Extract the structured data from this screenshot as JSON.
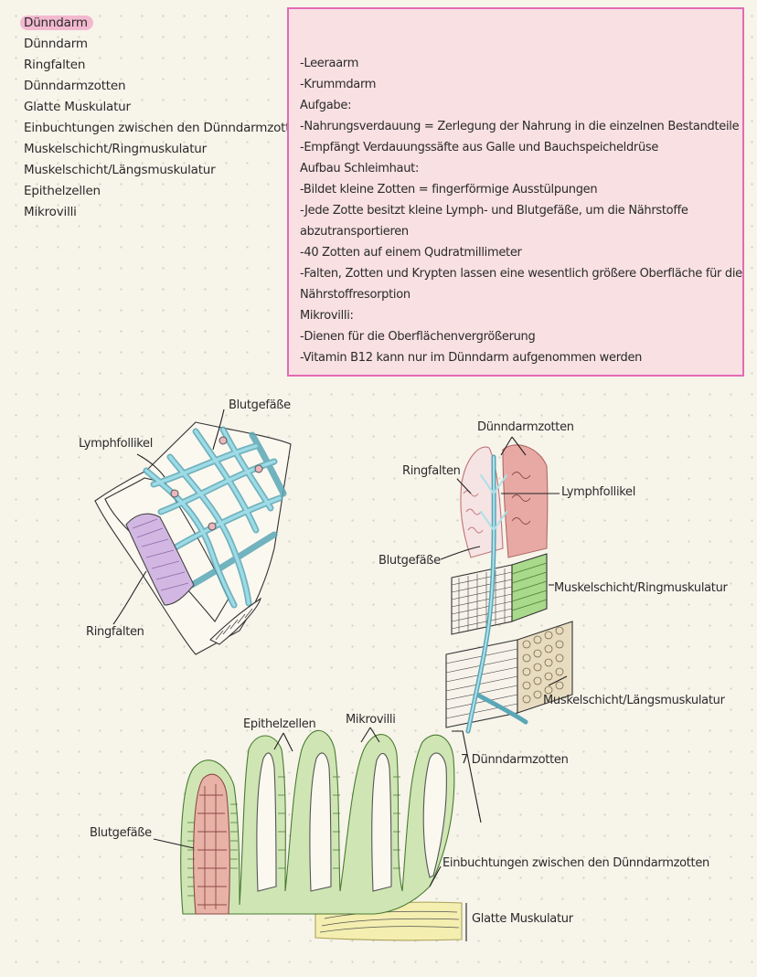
{
  "terms": [
    "Dünndarm",
    "Dünndarm",
    "Ringfalten",
    "Dünndarmzotten",
    "Glatte Muskulatur",
    "Einbuchtungen zwischen den Dünndarmzotten",
    "Muskelschicht/Ringmuskulatur",
    "Muskelschicht/Längsmuskulatur",
    "Epithelzellen",
    "Mikrovilli"
  ],
  "info_lines": [
    "-Leeraarm",
    "-Krummdarm",
    "Aufgabe:",
    "-Nahrungsverdauung = Zerlegung der Nahrung in die einzelnen Bestandteile",
    "-Empfängt Verdauungssäfte aus Galle und Bauchspeicheldrüse",
    "Aufbau Schleimhaut:",
    "-Bildet kleine Zotten = fingerförmige Ausstülpungen",
    "-Jede Zotte besitzt kleine Lymph- und Blutgefäße, um die Nährstoffe",
    "abzutransportieren",
    "-40 Zotten auf einem Qudratmillimeter",
    "-Falten, Zotten und Krypten lassen eine wesentlich größere Oberfläche für die",
    "Nährstoffresorption",
    "Mikrovilli:",
    "-Dienen für die Oberflächenvergrößerung",
    "-Vitamin B12 kann nur im Dünndarm aufgenommen werden"
  ],
  "diagram1": {
    "blutgefaesse": "Blutgefäße",
    "lymphfollikel": "Lymphfollikel",
    "ringfalten": "Ringfalten"
  },
  "diagram2": {
    "duenndarmzotten": "Dünndarmzotten",
    "ringfalten": "Ringfalten",
    "lymphfollikel": "Lymphfollikel",
    "blutgefaesse": "Blutgefäße",
    "ringmuskulatur": "Muskelschicht/Ringmuskulatur",
    "laengsmuskulatur": "Muskelschicht/Längsmuskulatur"
  },
  "diagram3": {
    "epithelzellen": "Epithelzellen",
    "mikrovilli": "Mikrovilli",
    "zotten_count": "7 Dünndarmzotten",
    "blutgefaesse": "Blutgefäße",
    "einbuchtungen": "Einbuchtungen zwischen den Dünndarmzotten",
    "glatte_muskulatur": "Glatte Muskulatur"
  },
  "colors": {
    "highlight": "#f2b9cf",
    "box_border": "#e36bb4",
    "box_fill": "#f8e0e3",
    "vessel_blue": "#8fd0dc",
    "fold_purple": "#d2b7e3",
    "villi_pink": "#e8a9a4",
    "muscle_green": "#a9d98b",
    "epithel_green": "#cfe6b4",
    "smooth_muscle_yellow": "#f4eeb0"
  }
}
